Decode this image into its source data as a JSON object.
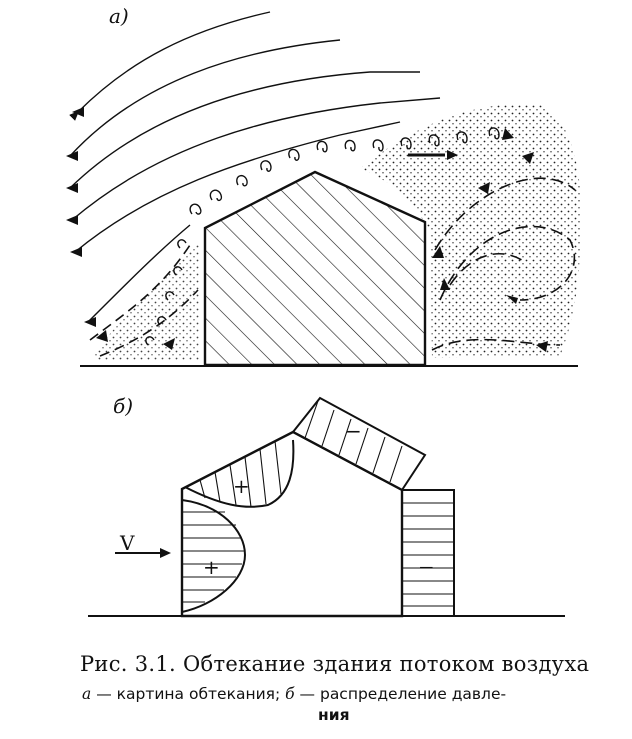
{
  "panel_a": {
    "label": "а)"
  },
  "panel_b": {
    "label": "б)",
    "velocity_label": "V",
    "signs": [
      "+",
      "+",
      "−",
      "−"
    ]
  },
  "caption": {
    "title": "Рис. 3.1. Обтекание здания потоком воздуха",
    "legend_a_key": "а",
    "legend_a_text": "— картина обтекания;",
    "legend_b_key": "б",
    "legend_b_text": "— распределение давле-",
    "legend_b_cont": "ния"
  }
}
